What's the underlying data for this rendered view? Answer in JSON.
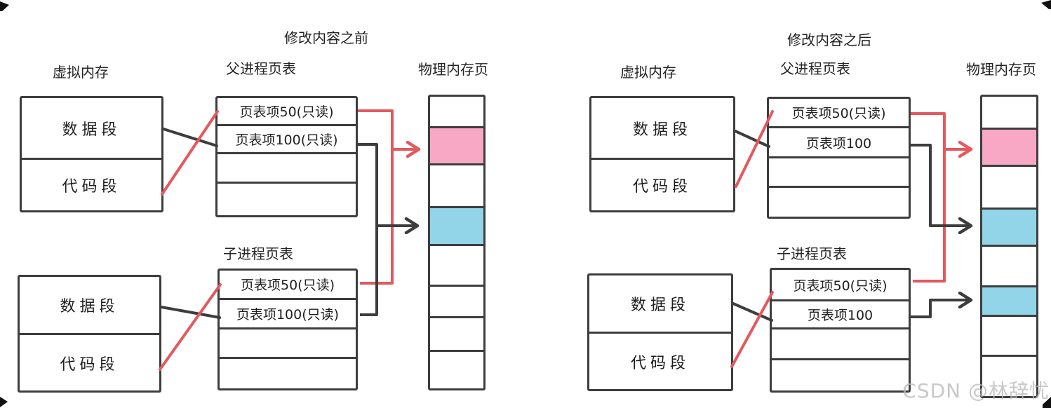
{
  "watermark": "CSDN @林辞忧",
  "colors": {
    "ink": "#3d3d3d",
    "red": "#e4585e",
    "pink": "#f8a8c5",
    "blue": "#93d5e8"
  },
  "panels": [
    {
      "title": "修改内容之前",
      "vm_label": "虚拟内存",
      "parent_table_label": "父进程页表",
      "child_table_label": "子进程页表",
      "phys_label": "物理内存页",
      "vm_parent": {
        "rows": [
          "数据段",
          "代码段"
        ]
      },
      "vm_child": {
        "rows": [
          "数据段",
          "代码段"
        ]
      },
      "parent_table": {
        "rows": [
          "页表项50(只读)",
          "页表项100(只读)",
          "",
          ""
        ]
      },
      "child_table": {
        "rows": [
          "页表项50(只读)",
          "页表项100(只读)",
          "",
          ""
        ]
      },
      "phys": {
        "cells": [
          "#ffffff",
          "#f8a8c5",
          "#ffffff",
          "#93d5e8",
          "#ffffff",
          "#ffffff",
          "#ffffff",
          "#ffffff"
        ]
      }
    },
    {
      "title": "修改内容之后",
      "vm_label": "虚拟内存",
      "parent_table_label": "父进程页表",
      "child_table_label": "子进程页表",
      "phys_label": "物理内存页",
      "vm_parent": {
        "rows": [
          "数据段",
          "代码段"
        ]
      },
      "vm_child": {
        "rows": [
          "数据段",
          "代码段"
        ]
      },
      "parent_table": {
        "rows": [
          "页表项50(只读)",
          "页表项100",
          "",
          ""
        ]
      },
      "child_table": {
        "rows": [
          "页表项50(只读)",
          "页表项100",
          "",
          ""
        ]
      },
      "phys": {
        "cells": [
          "#ffffff",
          "#f8a8c5",
          "#ffffff",
          "#93d5e8",
          "#ffffff",
          "#93d5e8",
          "#ffffff",
          "#ffffff"
        ]
      }
    }
  ]
}
